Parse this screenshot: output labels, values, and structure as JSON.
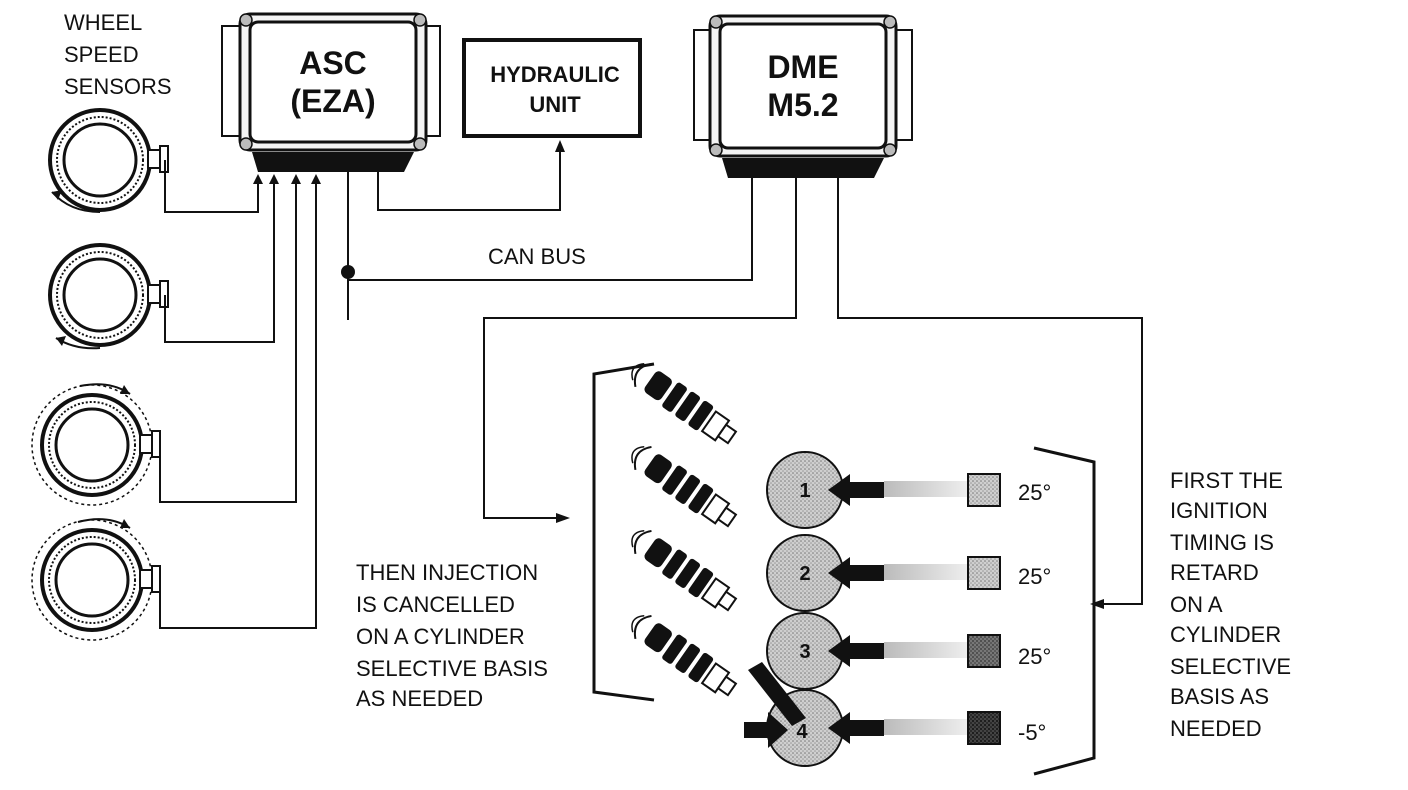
{
  "wheel_sensors_label": [
    "WHEEL",
    "SPEED",
    "SENSORS"
  ],
  "asc_module": {
    "line1": "ASC",
    "line2": "(EZA)"
  },
  "hydraulic_unit": {
    "line1": "HYDRAULIC",
    "line2": "UNIT"
  },
  "dme_module": {
    "line1": "DME",
    "line2": "M5.2"
  },
  "can_bus_label": "CAN BUS",
  "injection_note": [
    "THEN INJECTION",
    "IS CANCELLED",
    "ON A CYLINDER",
    "SELECTIVE BASIS",
    "AS NEEDED"
  ],
  "ignition_note": [
    "FIRST THE",
    "IGNITION",
    "TIMING IS",
    "RETARD",
    "ON A",
    "CYLINDER",
    "SELECTIVE",
    "BASIS AS",
    "NEEDED"
  ],
  "cylinders": [
    {
      "number": "1",
      "timing": "25°"
    },
    {
      "number": "2",
      "timing": "25°"
    },
    {
      "number": "3",
      "timing": "25°"
    },
    {
      "number": "4",
      "timing": "-5°"
    }
  ]
}
